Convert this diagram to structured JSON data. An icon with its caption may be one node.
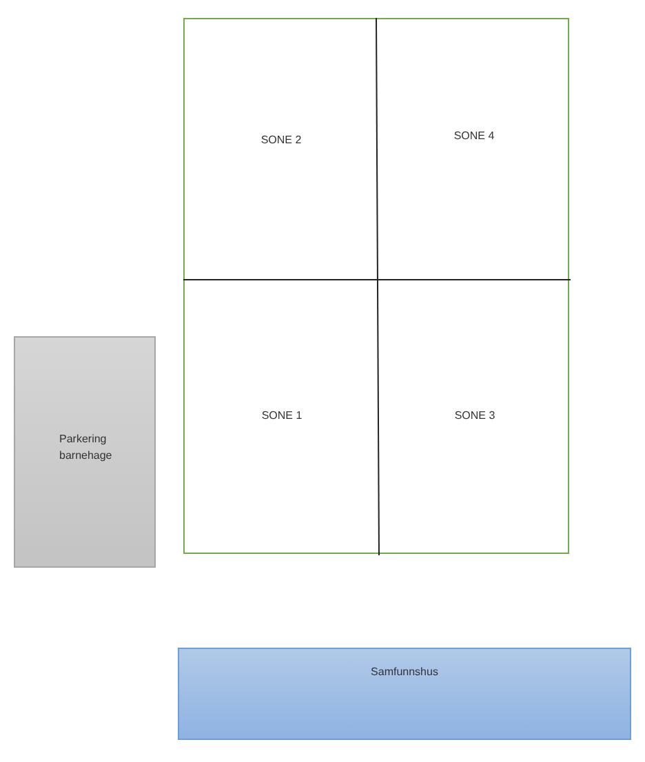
{
  "diagram": {
    "nodes": [
      {
        "text": [],
        "shape": "box"
      },
      {
        "text": [
          "SONE 2"
        ],
        "in": 0
      },
      {
        "text": [
          "SONE 4"
        ],
        "in": 0
      },
      {
        "text": [
          "SONE 1"
        ],
        "in": 0
      },
      {
        "text": [
          "SONE 3"
        ],
        "in": 0
      },
      {
        "text": [
          "Parkering barnehage"
        ]
      },
      {
        "text": [
          "Samfunnshus"
        ]
      }
    ]
  }
}
